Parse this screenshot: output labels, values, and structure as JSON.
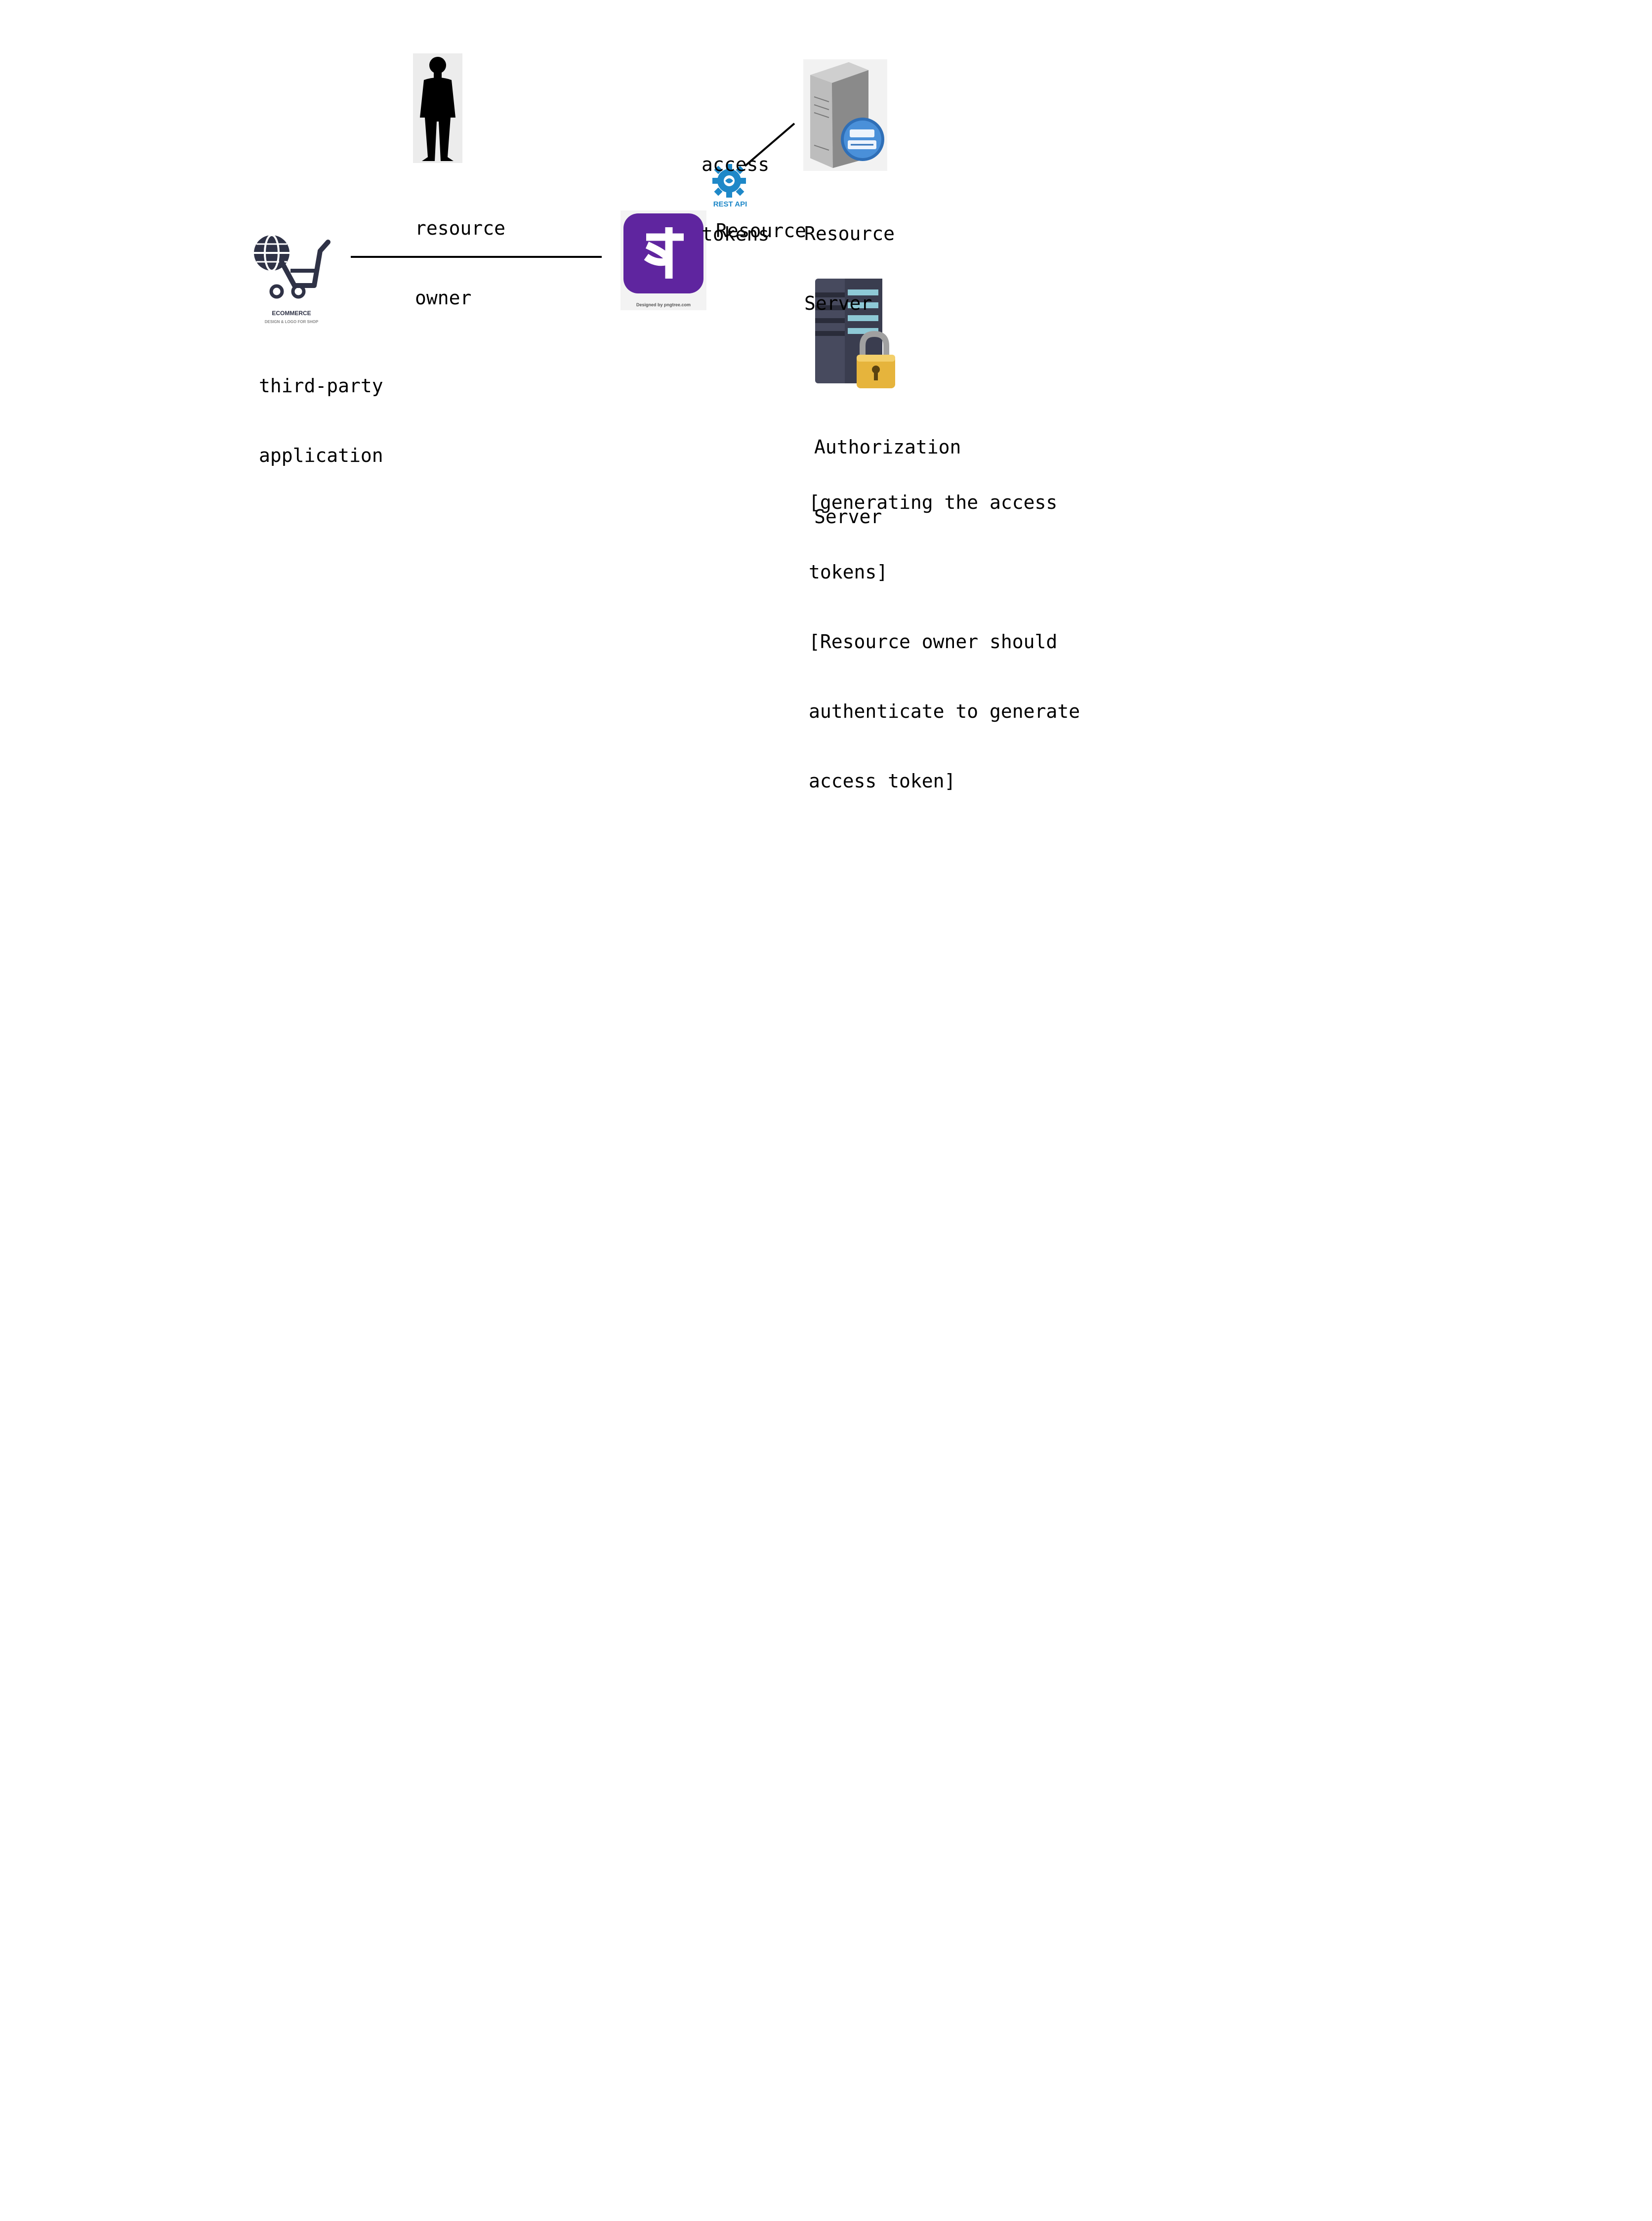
{
  "labels": {
    "resource_owner": [
      "resource",
      "owner"
    ],
    "third_party_app": [
      "third-party",
      "application"
    ],
    "access_tokens": [
      "access",
      "tokens"
    ],
    "resource": "Resource",
    "resource_server": [
      "Resource",
      "Server"
    ],
    "authorization_server": [
      "Authorization",
      "Server"
    ],
    "auth_note": [
      "[generating the access",
      "tokens]",
      "[Resource owner should",
      "authenticate to generate",
      "access token]"
    ]
  },
  "icon_text": {
    "ecommerce": "ECOMMERCE",
    "ecommerce_sub": "DESIGN & LOGO FOR SHOP",
    "rest_api": "REST API",
    "app_caption": "Designed by pngtree.com"
  },
  "icons": {
    "resource_owner": "businessman-silhouette-icon",
    "third_party_app": "ecommerce-cart-globe-icon",
    "app": "phonepe-app-icon",
    "rest_api": "rest-api-gear-icon",
    "resource_server": "server-tower-icon",
    "authorization_server": "server-rack-lock-icon"
  },
  "colors": {
    "app_purple": "#5f259f",
    "rest_blue": "#1e88c8",
    "lock_gold": "#e6b43c",
    "rack_dark": "#474a5e",
    "rack_teal": "#8ec9d6"
  }
}
